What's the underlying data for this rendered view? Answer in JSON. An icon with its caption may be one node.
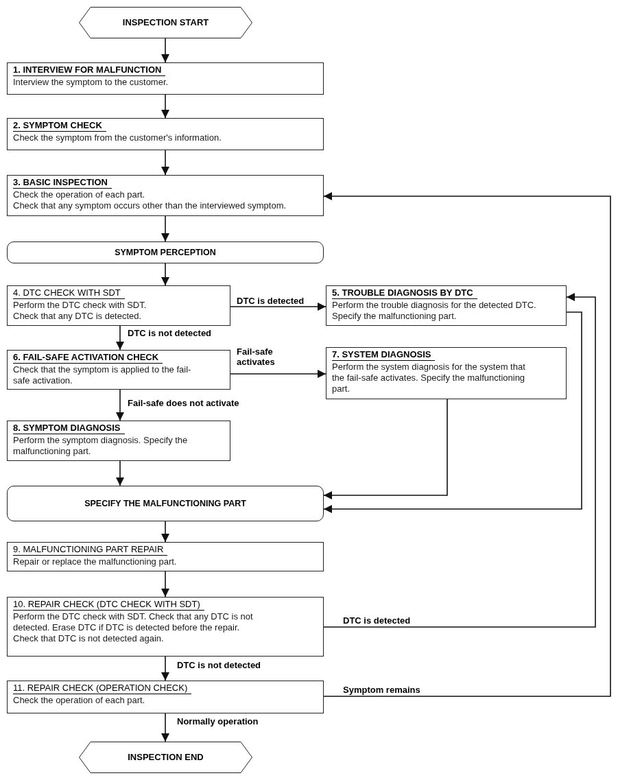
{
  "diagram": {
    "nodes": [
      {
        "text": [
          "INSPECTION START"
        ]
      },
      {
        "text": [
          "1. INTERVIEW FOR MALFUNCTION",
          "Interview the symptom to the customer."
        ]
      },
      {
        "text": [
          "2. SYMPTOM CHECK",
          "Check the symptom from the customer's information."
        ]
      },
      {
        "text": [
          "3. BASIC INSPECTION",
          "Check the operation of each part.",
          "Check that any symptom occurs other than the interviewed symptom."
        ]
      },
      {
        "text": [
          "SYMPTOM PERCEPTION"
        ]
      },
      {
        "text": [
          "4. DTC CHECK WITH SDT",
          "Perform the DTC check with SDT.",
          "Check that any DTC is detected."
        ]
      },
      {
        "text": [
          "5. TROUBLE DIAGNOSIS BY DTC",
          "Perform the trouble diagnosis for the detected DTC.",
          "Specify the malfunctioning part."
        ]
      },
      {
        "text": [
          "6. FAIL-SAFE ACTIVATION CHECK",
          "Check that the symptom is applied to the fail-safe activation."
        ]
      },
      {
        "text": [
          "7. SYSTEM DIAGNOSIS",
          "Perform the system diagnosis for the system that the fail-safe activates. Specify the malfunctioning part."
        ]
      },
      {
        "text": [
          "8. SYMPTOM DIAGNOSIS",
          "Perform the symptom diagnosis. Specify the malfunctioning part."
        ]
      },
      {
        "text": [
          "SPECIFY THE MALFUNCTIONING PART"
        ]
      },
      {
        "text": [
          "9. MALFUNCTIONING PART REPAIR",
          "Repair or replace the malfunctioning part."
        ]
      },
      {
        "text": [
          "10. REPAIR CHECK (DTC CHECK WITH SDT)",
          "Perform the DTC check with SDT. Check that any DTC is not detected. Erase DTC if DTC is detected before the repair. Check that DTC is not detected again."
        ]
      },
      {
        "text": [
          "11. REPAIR CHECK (OPERATION CHECK)",
          "Check the operation of each part."
        ]
      },
      {
        "text": [
          "INSPECTION END"
        ]
      }
    ],
    "edges": [
      {
        "from": 0,
        "to": 1,
        "arrow": "to"
      },
      {
        "from": 1,
        "to": 2,
        "arrow": "to"
      },
      {
        "from": 2,
        "to": 3,
        "arrow": "to"
      },
      {
        "from": 3,
        "to": 4,
        "arrow": "to"
      },
      {
        "from": 4,
        "to": 5,
        "arrow": "to"
      },
      {
        "from": 5,
        "to": 6,
        "arrow": "to",
        "label": "DTC is detected"
      },
      {
        "from": 5,
        "to": 7,
        "arrow": "to",
        "label": "DTC is not detected"
      },
      {
        "from": 7,
        "to": 8,
        "arrow": "to",
        "label": "Fail-safe activates"
      },
      {
        "from": 7,
        "to": 9,
        "arrow": "to",
        "label": "Fail-safe does not activate"
      },
      {
        "from": 6,
        "to": 10,
        "arrow": "to"
      },
      {
        "from": 8,
        "to": 10,
        "arrow": "to"
      },
      {
        "from": 9,
        "to": 10,
        "arrow": "to"
      },
      {
        "from": 10,
        "to": 11,
        "arrow": "to"
      },
      {
        "from": 11,
        "to": 12,
        "arrow": "to"
      },
      {
        "from": 12,
        "to": 6,
        "arrow": "to",
        "label": "DTC is detected"
      },
      {
        "from": 12,
        "to": 13,
        "arrow": "to",
        "label": "DTC is not detected"
      },
      {
        "from": 13,
        "to": 3,
        "arrow": "to",
        "label": "Symptom remains"
      },
      {
        "from": 13,
        "to": 14,
        "arrow": "to",
        "label": "Normally operation"
      }
    ]
  }
}
